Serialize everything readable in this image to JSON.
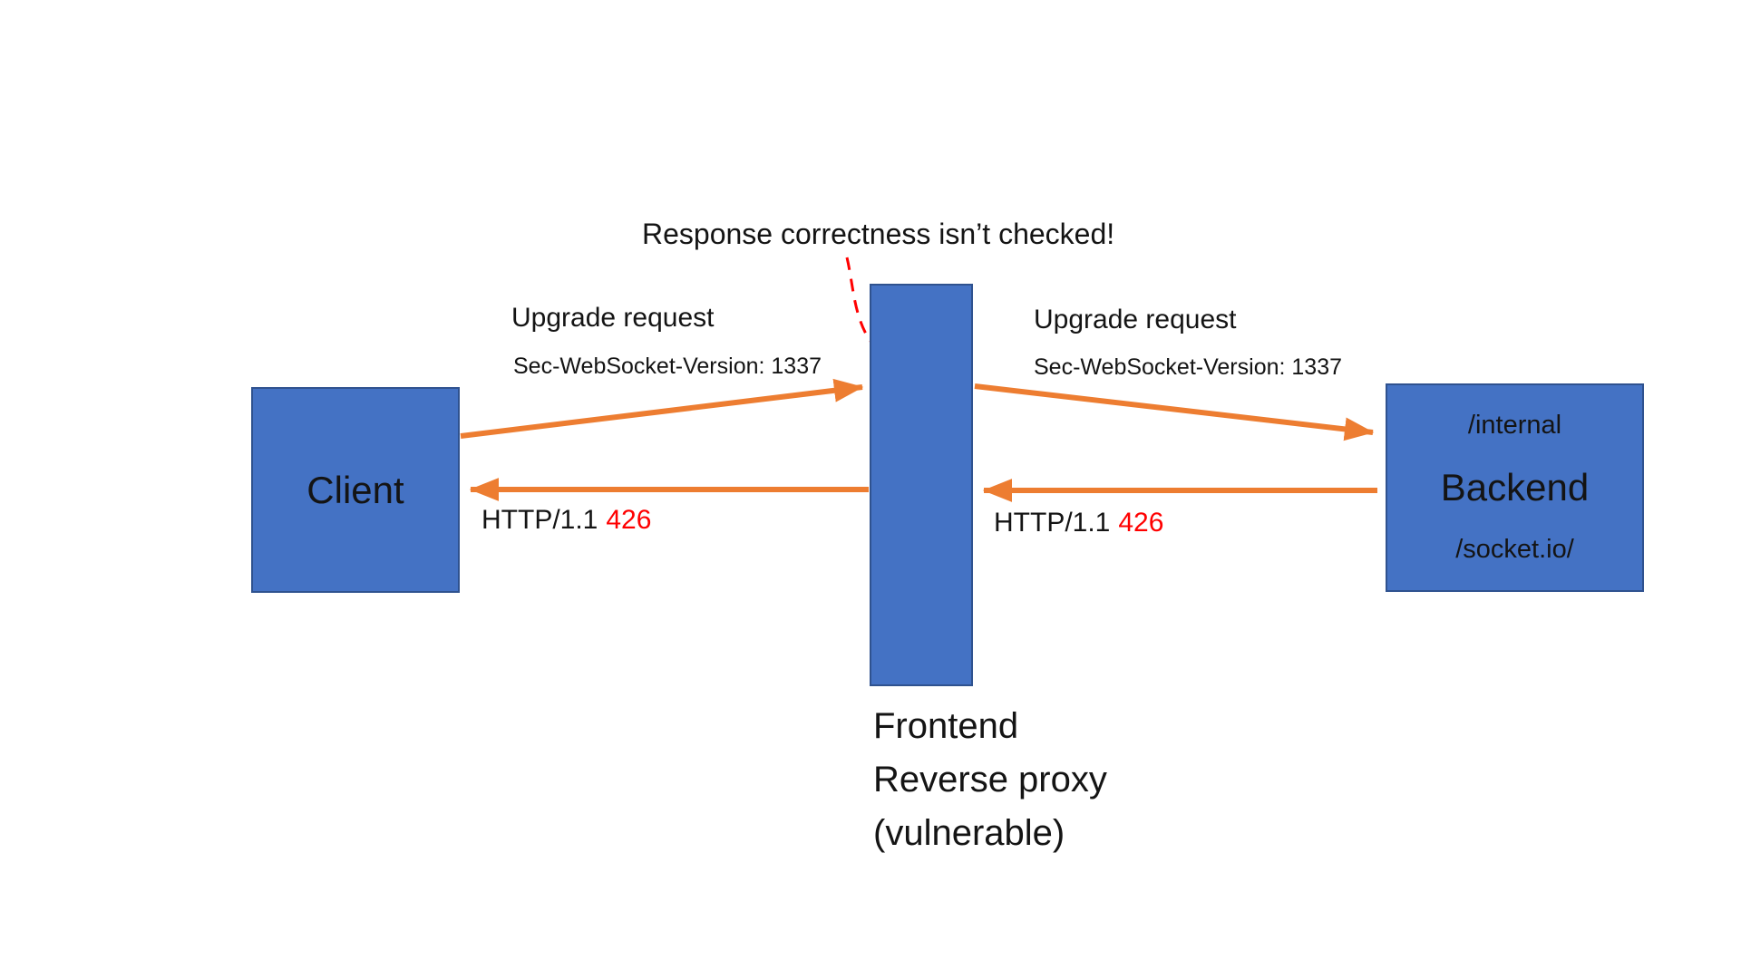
{
  "diagram": {
    "annotation": "Response correctness isn’t checked!",
    "nodes": {
      "client": {
        "label": "Client"
      },
      "proxy": {
        "caption_lines": [
          "Frontend",
          "Reverse proxy",
          "(vulnerable)"
        ],
        "icon": "recycle-icon"
      },
      "backend": {
        "label": "Backend",
        "path_top": "/internal",
        "path_bottom": "/socket.io/"
      }
    },
    "edges": {
      "request_client_to_proxy": {
        "title": "Upgrade request",
        "subtitle": "Sec-WebSocket-Version: 1337"
      },
      "request_proxy_to_backend": {
        "title": "Upgrade request",
        "subtitle": "Sec-WebSocket-Version: 1337"
      },
      "response_proxy_to_client": {
        "prefix": "HTTP/1.1",
        "code": "426"
      },
      "response_backend_to_proxy": {
        "prefix": "HTTP/1.1",
        "code": "426"
      }
    },
    "colors": {
      "node_fill": "#4472C4",
      "node_border": "#2F528F",
      "arrow": "#ED7D31",
      "alert": "#FF0000",
      "text": "#141414"
    }
  }
}
